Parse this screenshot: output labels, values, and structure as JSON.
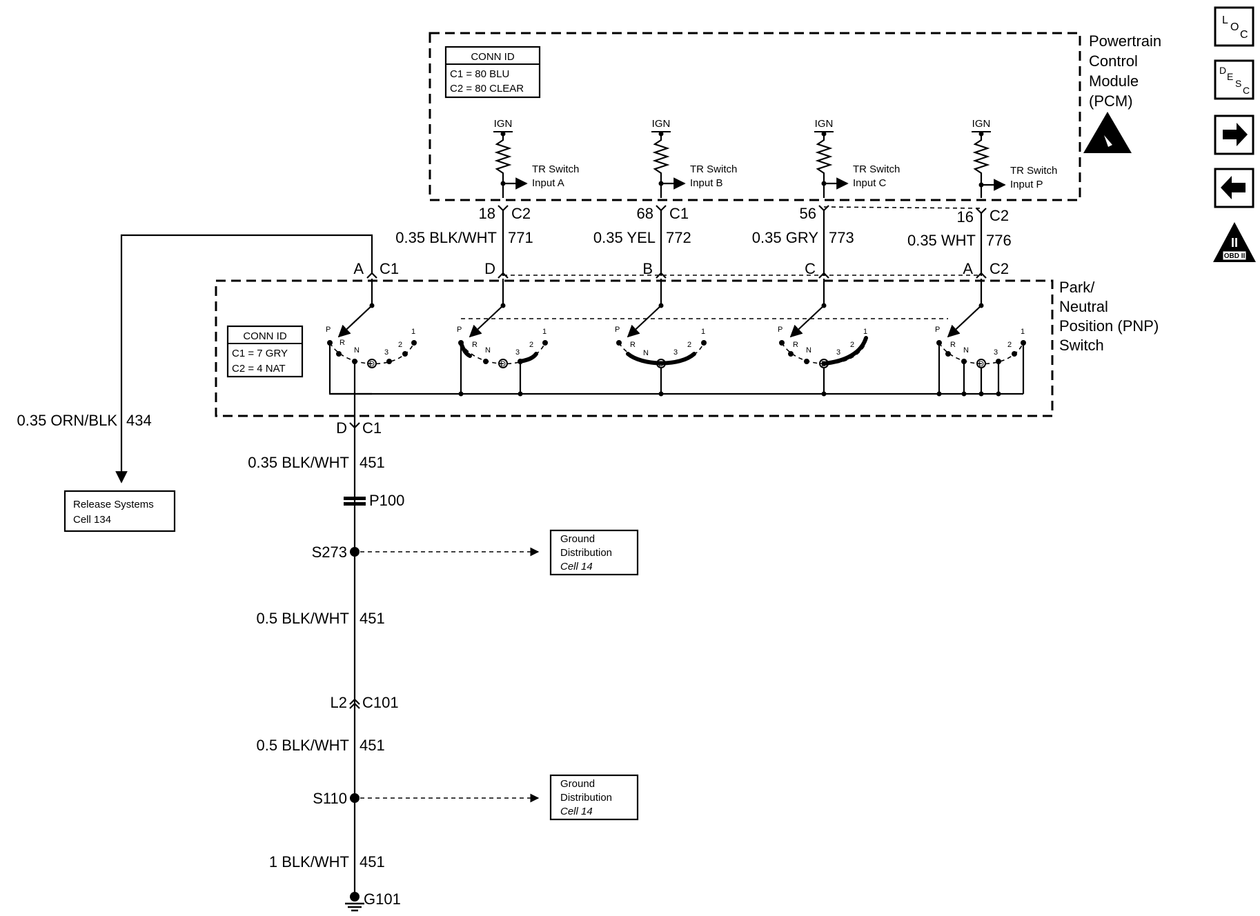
{
  "modules": {
    "pcm": {
      "title_lines": [
        "Powertrain",
        "Control",
        "Module",
        "(PCM)"
      ],
      "conn_id": {
        "header": "CONN ID",
        "lines": [
          "C1 = 80 BLU",
          "C2 = 80 CLEAR"
        ]
      }
    },
    "pnp": {
      "title_lines": [
        "Park/",
        "Neutral",
        "Position (PNP)",
        "Switch"
      ],
      "conn_id": {
        "header": "CONN ID",
        "lines": [
          "C1 = 7 GRY",
          "C2 = 4 NAT"
        ]
      }
    }
  },
  "inputs": [
    {
      "ign": "IGN",
      "label_line1": "TR Switch",
      "label_line2": "Input A",
      "pcm_pin": "18",
      "pcm_conn": "C2",
      "wire_color": "0.35 BLK/WHT",
      "circuit": "771",
      "pnp_pin": "D"
    },
    {
      "ign": "IGN",
      "label_line1": "TR Switch",
      "label_line2": "Input B",
      "pcm_pin": "68",
      "pcm_conn": "C1",
      "wire_color": "0.35 YEL",
      "circuit": "772",
      "pnp_pin": "B"
    },
    {
      "ign": "IGN",
      "label_line1": "TR Switch",
      "label_line2": "Input C",
      "pcm_pin": "56",
      "pcm_conn": "",
      "wire_color": "0.35 GRY",
      "circuit": "773",
      "pnp_pin": "C"
    },
    {
      "ign": "IGN",
      "label_line1": "TR Switch",
      "label_line2": "Input P",
      "pcm_pin": "16",
      "pcm_conn": "C2",
      "wire_color": "0.35 WHT",
      "circuit": "776",
      "pnp_pin": "A"
    }
  ],
  "pnp_connectors": {
    "c1": "C1",
    "c2": "C2",
    "pin_a": "A",
    "pin_d": "D"
  },
  "gear_labels": [
    "P",
    "R",
    "N",
    "D",
    "3",
    "2",
    "1"
  ],
  "release": {
    "wire_color": "0.35 ORN/BLK",
    "circuit": "434",
    "box_line1": "Release Systems",
    "box_line2": "Cell 134"
  },
  "ground_path": [
    {
      "kind": "wire",
      "wire_color": "0.35 BLK/WHT",
      "circuit": "451"
    },
    {
      "kind": "conn",
      "label": "P100"
    },
    {
      "kind": "splice",
      "label": "S273"
    },
    {
      "kind": "wire",
      "wire_color": "0.5 BLK/WHT",
      "circuit": "451"
    },
    {
      "kind": "inline",
      "pin": "L2",
      "label": "C101"
    },
    {
      "kind": "wire",
      "wire_color": "0.5 BLK/WHT",
      "circuit": "451"
    },
    {
      "kind": "splice",
      "label": "S110"
    },
    {
      "kind": "wire",
      "wire_color": "1 BLK/WHT",
      "circuit": "451"
    },
    {
      "kind": "ground",
      "label": "G101"
    }
  ],
  "ground_refs": [
    {
      "line1": "Ground",
      "line2": "Distribution",
      "line3": "Cell 14"
    },
    {
      "line1": "Ground",
      "line2": "Distribution",
      "line3": "Cell 14"
    }
  ],
  "side_icons": [
    {
      "name": "loc-icon",
      "letters": [
        "L",
        "O",
        "C"
      ]
    },
    {
      "name": "desc-icon",
      "letters": [
        "D",
        "E",
        "S",
        "C"
      ]
    },
    {
      "name": "arrow-right-icon"
    },
    {
      "name": "arrow-left-icon"
    },
    {
      "name": "obd-ii-icon",
      "text": "OBD II",
      "numeral": "II"
    }
  ]
}
